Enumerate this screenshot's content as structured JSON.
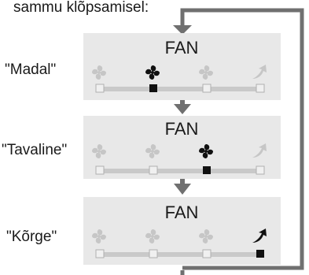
{
  "header_text": "sammu klõpsamisel:",
  "states": [
    {
      "label": "\"Madal\"",
      "title": "FAN",
      "active_index": 1,
      "icons": [
        "fan-icon",
        "fan-icon",
        "fan-icon",
        "auto-arrow-icon"
      ]
    },
    {
      "label": "\"Tavaline\"",
      "title": "FAN",
      "active_index": 2,
      "icons": [
        "fan-icon",
        "fan-icon",
        "fan-icon",
        "auto-arrow-icon"
      ]
    },
    {
      "label": "\"Kõrge\"",
      "title": "FAN",
      "active_index": 3,
      "icons": [
        "fan-icon",
        "fan-icon",
        "fan-icon",
        "auto-arrow-icon"
      ]
    }
  ],
  "colors": {
    "panel": "#e8e8e8",
    "inactive_icon": "#c6c6c6",
    "active_icon": "#111111",
    "bar": "#c9c9c9",
    "arrow": "#707070"
  }
}
